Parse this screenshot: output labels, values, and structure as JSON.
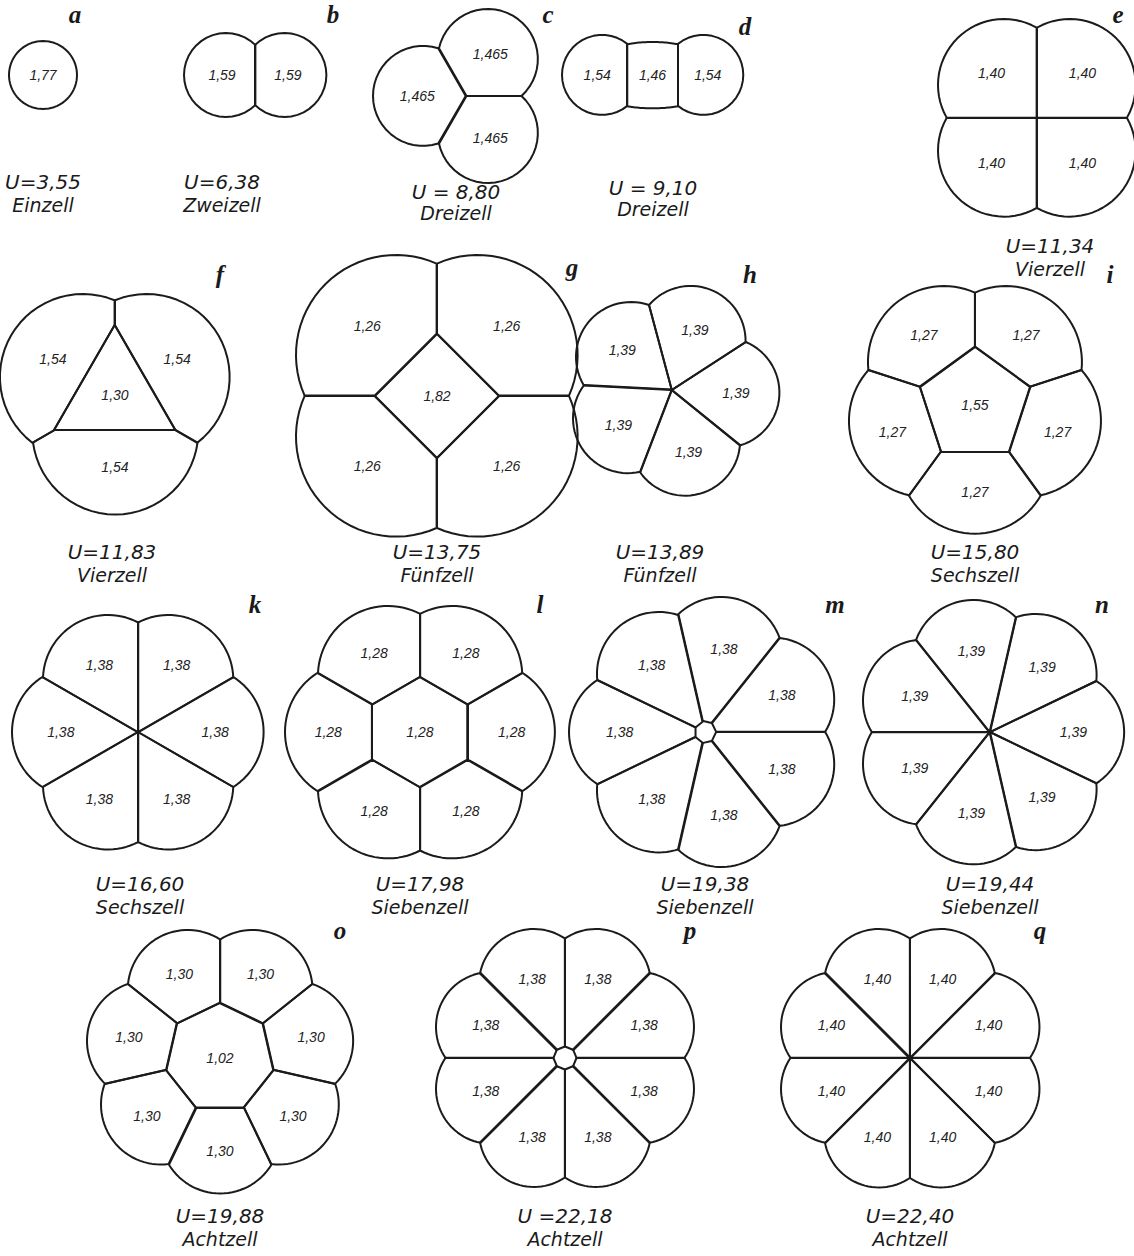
{
  "diagram": {
    "nodes": [
      {
        "text": [
          "1,77"
        ]
      },
      {
        "text": [
          "1,59"
        ]
      },
      {
        "text": [
          "1,59"
        ]
      },
      {
        "text": [
          "1,465"
        ]
      },
      {
        "text": [
          "1,465"
        ]
      },
      {
        "text": [
          "1,465"
        ]
      },
      {
        "text": [
          "1,54"
        ]
      },
      {
        "text": [
          "1,46"
        ]
      },
      {
        "text": [
          "1,54"
        ]
      },
      {
        "text": [
          "1,40"
        ]
      },
      {
        "text": [
          "1,40"
        ]
      },
      {
        "text": [
          "1,40"
        ]
      },
      {
        "text": [
          "1,40"
        ]
      },
      {
        "text": [
          "1,54"
        ]
      },
      {
        "text": [
          "1,54"
        ]
      },
      {
        "text": [
          "1,54"
        ]
      },
      {
        "text": [
          "1,30"
        ]
      },
      {
        "text": [
          "1,26"
        ]
      },
      {
        "text": [
          "1,26"
        ]
      },
      {
        "text": [
          "1,26"
        ]
      },
      {
        "text": [
          "1,26"
        ]
      },
      {
        "text": [
          "1,82"
        ]
      },
      {
        "text": [
          "1,39"
        ]
      },
      {
        "text": [
          "1,39"
        ]
      },
      {
        "text": [
          "1,39"
        ]
      },
      {
        "text": [
          "1,39"
        ]
      },
      {
        "text": [
          "1,39"
        ]
      },
      {
        "text": [
          "1,27"
        ]
      },
      {
        "text": [
          "1,27"
        ]
      },
      {
        "text": [
          "1,27"
        ]
      },
      {
        "text": [
          "1,27"
        ]
      },
      {
        "text": [
          "1,27"
        ]
      },
      {
        "text": [
          "1,55"
        ]
      },
      {
        "text": [
          "1,38"
        ]
      },
      {
        "text": [
          "1,38"
        ]
      },
      {
        "text": [
          "1,38"
        ]
      },
      {
        "text": [
          "1,38"
        ]
      },
      {
        "text": [
          "1,38"
        ]
      },
      {
        "text": [
          "1,38"
        ]
      },
      {
        "text": [
          "1,28"
        ]
      },
      {
        "text": [
          "1,28"
        ]
      },
      {
        "text": [
          "1,28"
        ]
      },
      {
        "text": [
          "1,28"
        ]
      },
      {
        "text": [
          "1,28"
        ]
      },
      {
        "text": [
          "1,28"
        ]
      },
      {
        "text": [
          "1,28"
        ]
      },
      {
        "text": [
          "1,38"
        ]
      },
      {
        "text": [
          "1,38"
        ]
      },
      {
        "text": [
          "1,38"
        ]
      },
      {
        "text": [
          "1,38"
        ]
      },
      {
        "text": [
          "1,38"
        ]
      },
      {
        "text": [
          "1,38"
        ]
      },
      {
        "text": [
          "1,38"
        ]
      },
      {
        "text": [
          "1,39"
        ]
      },
      {
        "text": [
          "1,39"
        ]
      },
      {
        "text": [
          "1,39"
        ]
      },
      {
        "text": [
          "1,39"
        ]
      },
      {
        "text": [
          "1,39"
        ]
      },
      {
        "text": [
          "1,39"
        ]
      },
      {
        "text": [
          "1,39"
        ]
      },
      {
        "text": [
          "1,30"
        ]
      },
      {
        "text": [
          "1,30"
        ]
      },
      {
        "text": [
          "1,30"
        ]
      },
      {
        "text": [
          "1,30"
        ]
      },
      {
        "text": [
          "1,30"
        ]
      },
      {
        "text": [
          "1,30"
        ]
      },
      {
        "text": [
          "1,30"
        ]
      },
      {
        "text": [
          "1,02"
        ]
      },
      {
        "text": [
          "1,38"
        ]
      },
      {
        "text": [
          "1,38"
        ]
      },
      {
        "text": [
          "1,38"
        ]
      },
      {
        "text": [
          "1,38"
        ]
      },
      {
        "text": [
          "1,38"
        ]
      },
      {
        "text": [
          "1,38"
        ]
      },
      {
        "text": [
          "1,38"
        ]
      },
      {
        "text": [
          "1,38"
        ]
      },
      {
        "text": [
          "1,40"
        ]
      },
      {
        "text": [
          "1,40"
        ]
      },
      {
        "text": [
          "1,40"
        ]
      },
      {
        "text": [
          "1,40"
        ]
      },
      {
        "text": [
          "1,40"
        ]
      },
      {
        "text": [
          "1,40"
        ]
      },
      {
        "text": [
          "1,40"
        ]
      },
      {
        "text": [
          "1,40"
        ]
      }
    ],
    "labels": [
      "a",
      "U=3,55",
      "Einzell",
      "b",
      "U=6,38",
      "Zweizell",
      "c",
      "U = 8,80",
      "Dreizell",
      "d",
      "U = 9,10",
      "Dreizell",
      "e",
      "U=11,34",
      "Vierzell",
      "f",
      "U=11,83",
      "Vierzell",
      "g",
      "U=13,75",
      "Fünfzell",
      "h",
      "U=13,89",
      "Fünfzell",
      "i",
      "U=15,80",
      "Sechszell",
      "k",
      "U=16,60",
      "Sechszell",
      "l",
      "U=17,98",
      "Siebenzell",
      "m",
      "U=19,38",
      "Siebenzell",
      "n",
      "U=19,44",
      "Siebenzell",
      "o",
      "U=19,88",
      "Achtzell",
      "p",
      "U =22,18",
      "Achtzell",
      "q",
      "U=22,40",
      "Achtzell"
    ]
  }
}
